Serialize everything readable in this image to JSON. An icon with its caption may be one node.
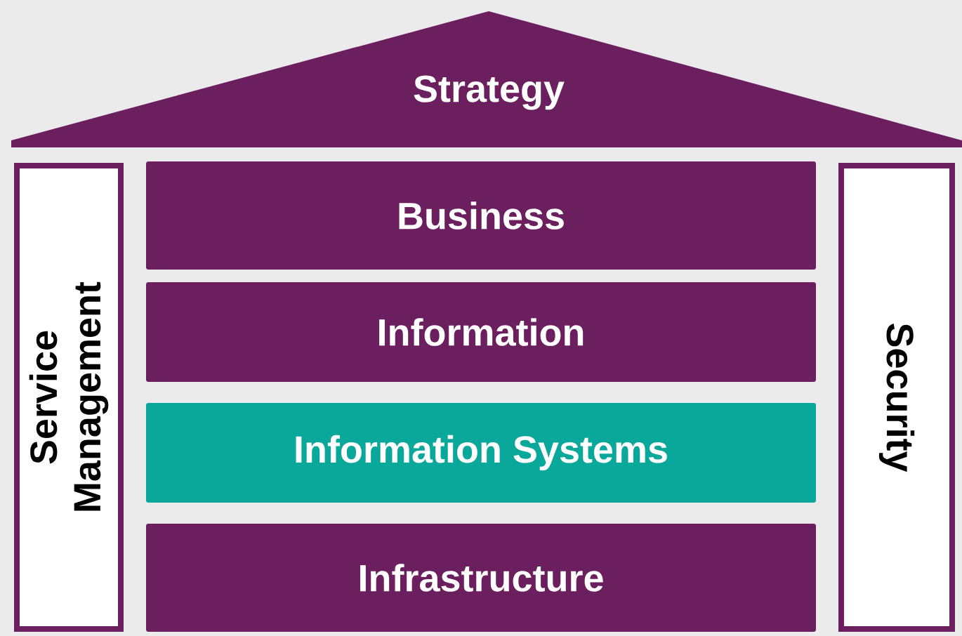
{
  "diagram": {
    "nodes": [
      {
        "text": [
          "Strategy"
        ]
      },
      {
        "text": [
          "Service Management"
        ]
      },
      {
        "text": [
          "Business"
        ]
      },
      {
        "text": [
          "Information"
        ]
      },
      {
        "text": [
          "Information Systems"
        ]
      },
      {
        "text": [
          "Infrastructure"
        ]
      },
      {
        "text": [
          "Security"
        ]
      }
    ]
  }
}
